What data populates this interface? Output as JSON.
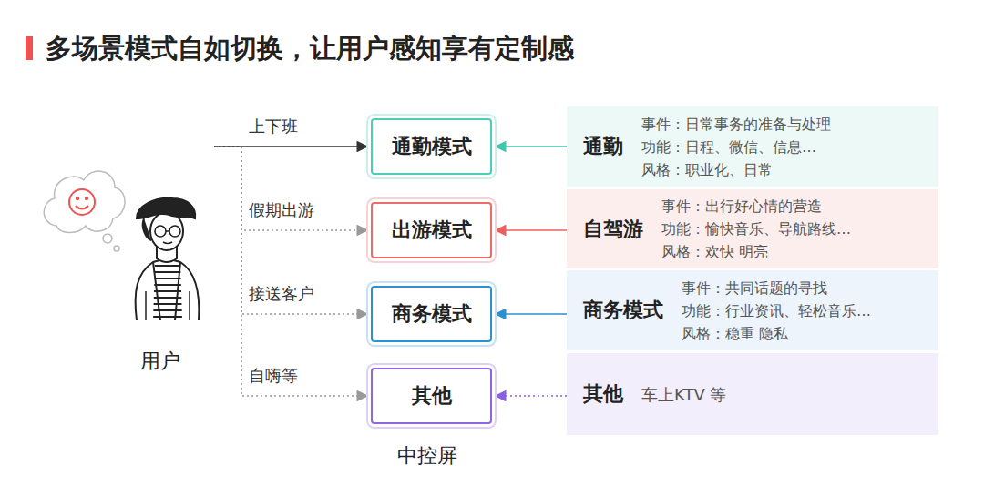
{
  "diagram": {
    "title": "多场景模式自如切换，让用户感知享有定制感",
    "nodes": [
      {
        "text": [
          "用户"
        ]
      },
      {
        "text": [
          "通勤模式"
        ]
      },
      {
        "text": [
          "出游模式"
        ]
      },
      {
        "text": [
          "商务模式"
        ]
      },
      {
        "text": [
          "其他"
        ]
      },
      {
        "text": [
          "通勤",
          "事件：日常事务的准备与处理",
          "功能：日程、微信、信息…",
          "风格：职业化、日常"
        ]
      },
      {
        "text": [
          "自驾游",
          "事件：出行好心情的营造",
          "功能：愉快音乐、导航路线…",
          "风格：欢快 明亮"
        ]
      },
      {
        "text": [
          "商务模式",
          "事件：共同话题的寻找",
          "功能：行业资讯、轻松音乐…",
          "风格：稳重 隐私"
        ]
      },
      {
        "text": [
          "其他",
          "车上KTV 等"
        ]
      }
    ],
    "edges": [
      {
        "from": 0,
        "to": 1,
        "label": "上下班",
        "arrow": "to"
      },
      {
        "from": 0,
        "to": 2,
        "label": "假期出游",
        "arrow": "to"
      },
      {
        "from": 0,
        "to": 3,
        "label": "接送客户",
        "arrow": "to"
      },
      {
        "from": 0,
        "to": 4,
        "label": "自嗨等",
        "arrow": "to"
      },
      {
        "from": 5,
        "to": 1,
        "arrow": "to"
      },
      {
        "from": 6,
        "to": 2,
        "arrow": "to"
      },
      {
        "from": 7,
        "to": 3,
        "arrow": "to"
      },
      {
        "from": 8,
        "to": 4,
        "arrow": "to"
      }
    ],
    "labels": [
      "中控屏"
    ]
  }
}
